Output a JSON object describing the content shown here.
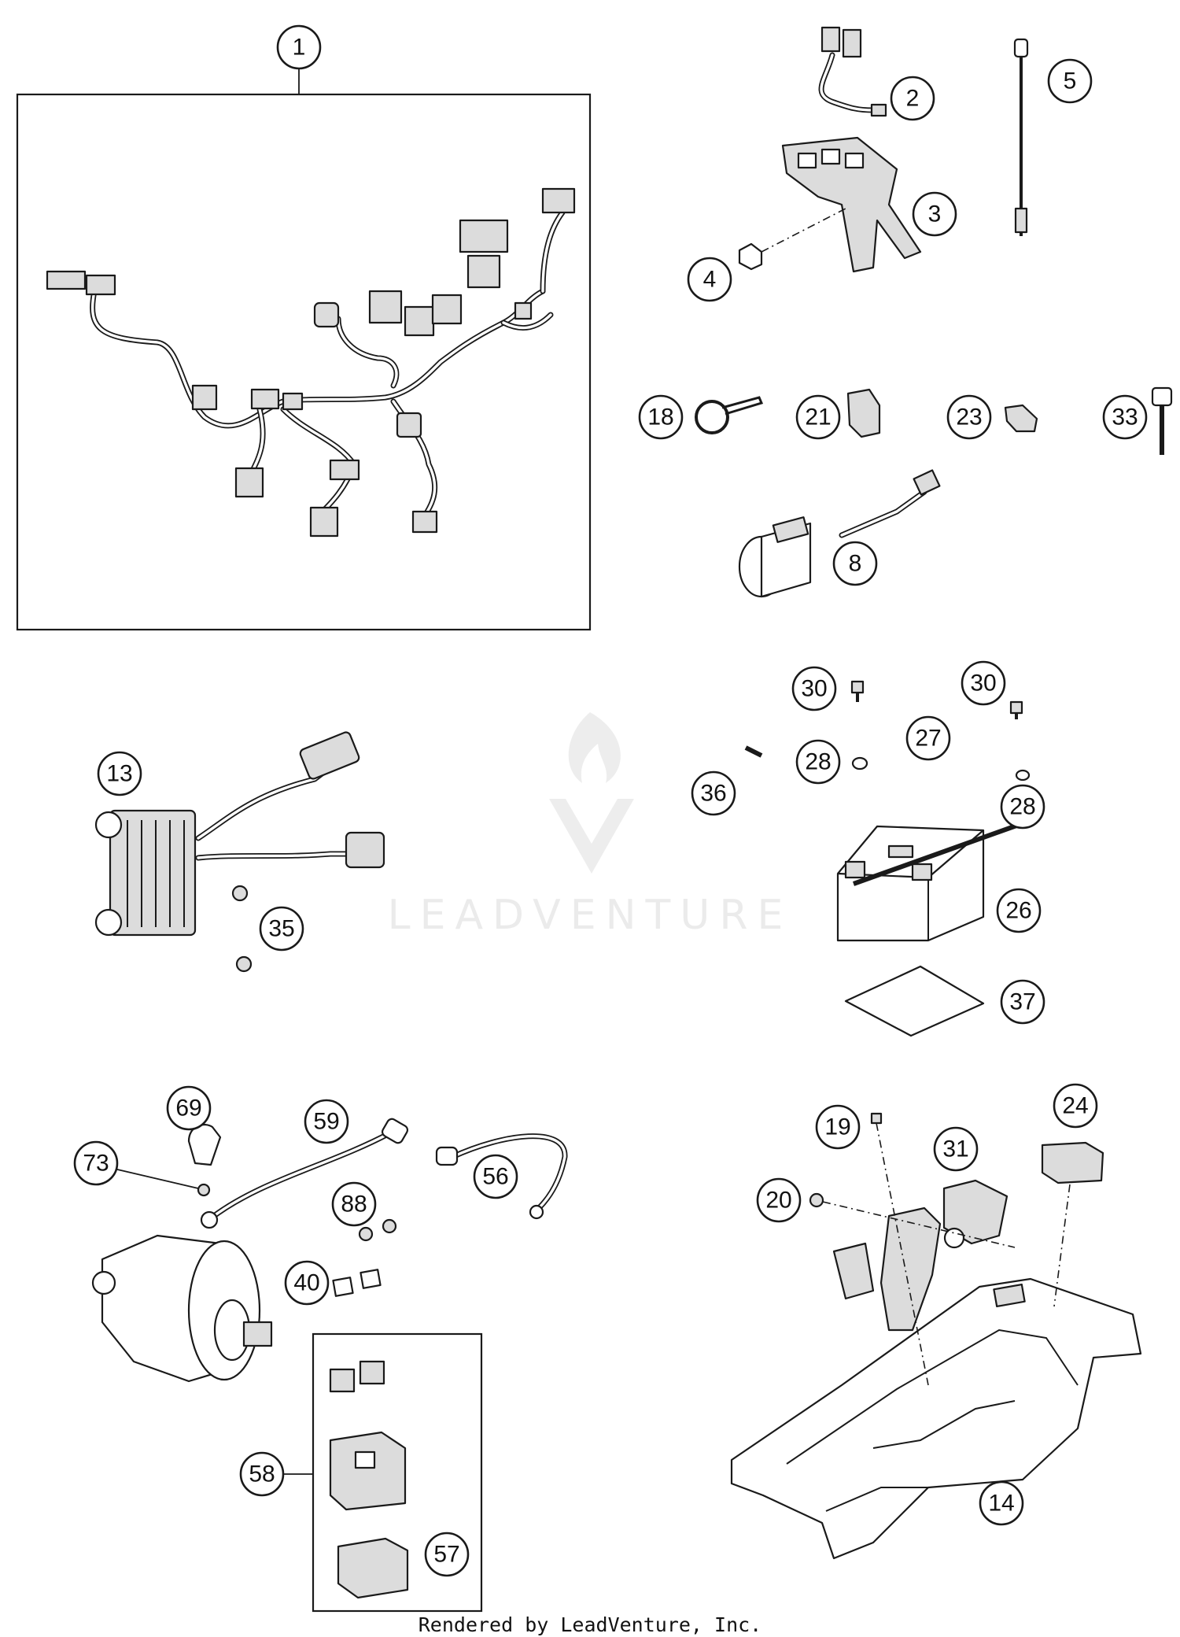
{
  "watermark": {
    "text": "LEADVENTURE"
  },
  "footer": {
    "text": "Rendered by LeadVenture, Inc."
  },
  "callouts": [
    "1",
    "2",
    "3",
    "4",
    "5",
    "8",
    "13",
    "14",
    "18",
    "19",
    "20",
    "21",
    "23",
    "24",
    "26",
    "27",
    "28",
    "28",
    "30",
    "30",
    "31",
    "33",
    "35",
    "36",
    "37",
    "40",
    "56",
    "57",
    "58",
    "59",
    "69",
    "73",
    "88"
  ]
}
